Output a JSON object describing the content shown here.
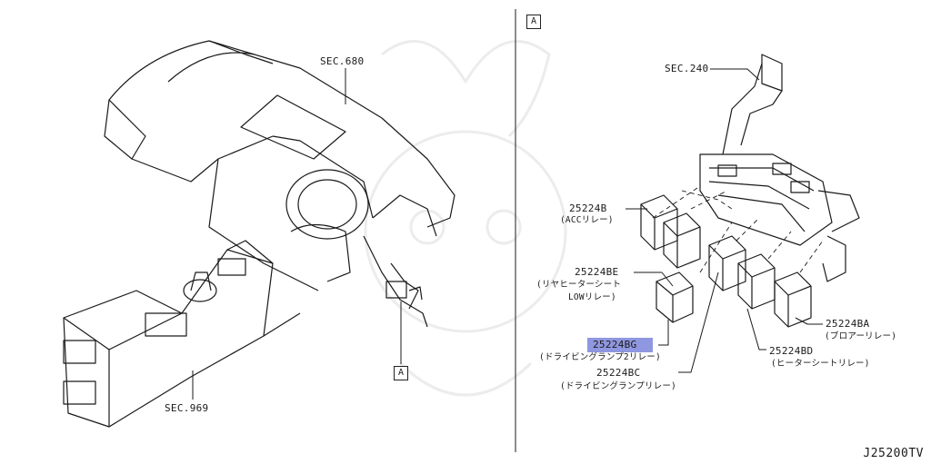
{
  "diagram": {
    "view_box_label": "A",
    "left_callouts": {
      "sec680": "SEC.680",
      "sec969": "SEC.969",
      "ref_box": "A"
    },
    "right_callouts": {
      "sec240": "SEC.240",
      "p25224b": {
        "part": "25224B",
        "desc": "(ACCリレー)"
      },
      "p25224be": {
        "part": "25224BE",
        "desc1": "(リヤヒーターシート",
        "desc2": "LOWリレー)"
      },
      "p25224bg": {
        "part": "25224BG",
        "desc": "(ドライビングランプ2リレー)"
      },
      "p25224bc": {
        "part": "25224BC",
        "desc": "(ドライビングランプリレー)"
      },
      "p25224ba": {
        "part": "25224BA",
        "desc": "(ブロアーリレー)"
      },
      "p25224bd": {
        "part": "25224BD",
        "desc": "(ヒーターシートリレー)"
      }
    },
    "highlight_color": "#8f97e0",
    "drawing_code": "J25200TV"
  }
}
